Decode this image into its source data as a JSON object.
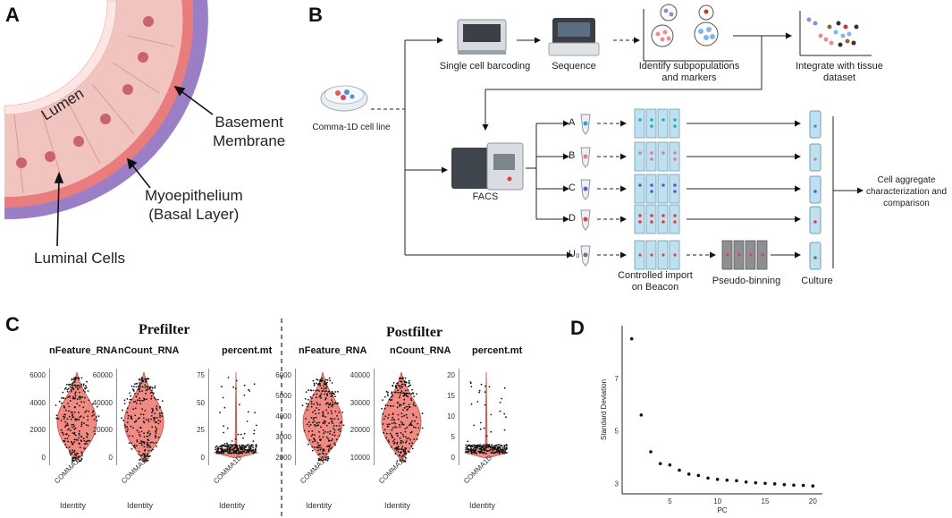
{
  "panels": {
    "a": "A",
    "b": "B",
    "c": "C",
    "d": "D"
  },
  "panelA": {
    "lumen": "Lumen",
    "basement": "Basement\nMembrane",
    "myo": "Myoepithelium\n(Basal Layer)",
    "luminal": "Luminal Cells"
  },
  "panelB": {
    "cell_line": "Comma-1D cell line",
    "barcoding": "Single cell barcoding",
    "sequence": "Sequence",
    "identify": "Identify subpopulations\nand markers",
    "integrate": "Integrate with tissue\ndataset",
    "facs": "FACS",
    "groups": [
      "A",
      "B",
      "C",
      "D",
      "U₀"
    ],
    "controlled": "Controlled import\non Beacon",
    "pseudo": "Pseudo-binning",
    "culture": "Culture",
    "aggregate": "Cell aggregate\ncharacterization and\ncomparison"
  },
  "panelC": {
    "prefilter": "Prefilter",
    "postfilter": "Postfilter",
    "identity_label": "Identity",
    "category": "COMMA1D",
    "plots": [
      {
        "title": "nFeature_RNA",
        "ticks": [
          "6000",
          "4000",
          "2000",
          "0"
        ]
      },
      {
        "title": "nCount_RNA",
        "ticks": [
          "60000",
          "40000",
          "20000",
          "0"
        ]
      },
      {
        "title": "percent.mt",
        "ticks": [
          "75",
          "50",
          "25",
          "0"
        ]
      },
      {
        "title": "nFeature_RNA",
        "ticks": [
          "6000",
          "5000",
          "4000",
          "3000",
          "2000"
        ]
      },
      {
        "title": "nCount_RNA",
        "ticks": [
          "40000",
          "30000",
          "20000",
          "10000"
        ]
      },
      {
        "title": "percent.mt",
        "ticks": [
          "20",
          "15",
          "10",
          "5",
          "0"
        ]
      }
    ]
  },
  "chart_data": {
    "type": "scatter",
    "xlabel": "PC",
    "ylabel": "Standard Deviation",
    "x": [
      1,
      2,
      3,
      4,
      5,
      6,
      7,
      8,
      9,
      10,
      11,
      12,
      13,
      14,
      15,
      16,
      17,
      18,
      19,
      20
    ],
    "y": [
      8.5,
      5.6,
      4.2,
      3.75,
      3.7,
      3.5,
      3.35,
      3.3,
      3.2,
      3.15,
      3.12,
      3.1,
      3.05,
      3.02,
      3.0,
      2.98,
      2.95,
      2.93,
      2.92,
      2.9
    ],
    "xticks": [
      "5",
      "10",
      "15",
      "20"
    ],
    "yticks": [
      "7",
      "5",
      "3"
    ],
    "ylim": [
      2.6,
      9
    ]
  }
}
